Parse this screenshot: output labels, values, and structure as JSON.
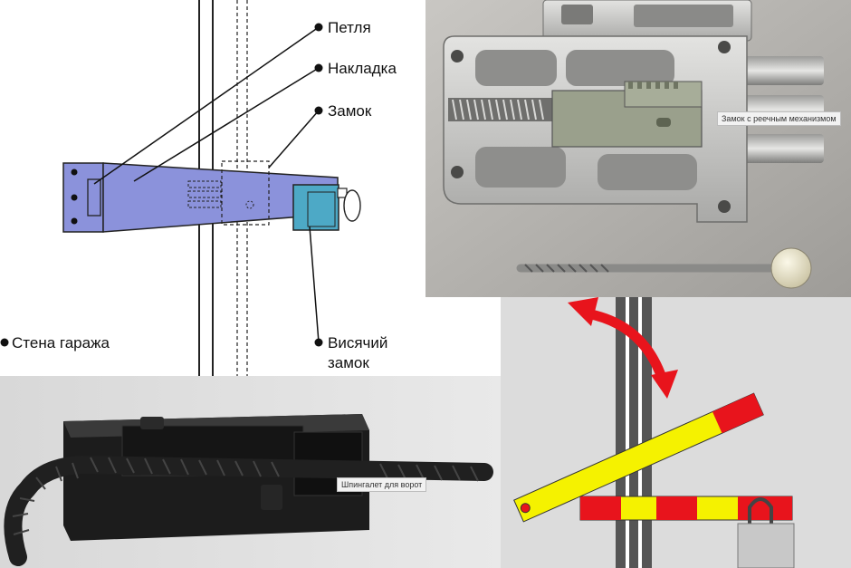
{
  "diagram": {
    "labels": {
      "hinge": "Петля",
      "overlay": "Накладка",
      "lock": "Замок",
      "garage_wall": "Стена гаража",
      "padlock_line1": "Висячий",
      "padlock_line2": "замок"
    },
    "colors": {
      "overlay": "#8b92db",
      "padlock": "#4da9c6",
      "stroke": "#222222"
    }
  },
  "photos": {
    "lock_caption": "Замок с реечным механизмом",
    "bolt_caption": "Шпингалет для ворот"
  },
  "bar_diagram": {
    "colors": {
      "yellow": "#f5f200",
      "red": "#e8141c",
      "arrow": "#e8141c",
      "background": "#dcdcdc"
    }
  }
}
